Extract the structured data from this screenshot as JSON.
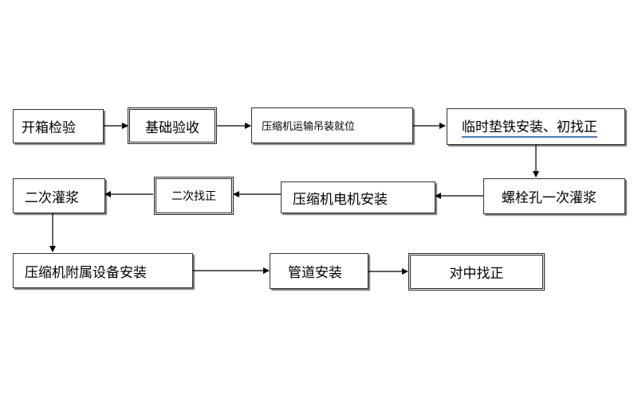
{
  "steps": {
    "unpack_inspect": "开箱检验",
    "foundation_accept": "基础验收",
    "compressor_transport": "压缩机运输吊装就位",
    "temp_shim_align": "临时垫铁安装、初找正",
    "bolt_first_grout": "螺栓孔一次灌浆",
    "motor_install": "压缩机电机安装",
    "second_align": "二次找正",
    "second_grout": "二次灌浆",
    "aux_equipment": "压缩机附属设备安装",
    "piping": "管道安装",
    "centering_align": "对中找正"
  },
  "colors": {
    "line": "#000000",
    "border": "#333333",
    "shadow": "#555555",
    "spell_underline": "#4a78c9"
  }
}
